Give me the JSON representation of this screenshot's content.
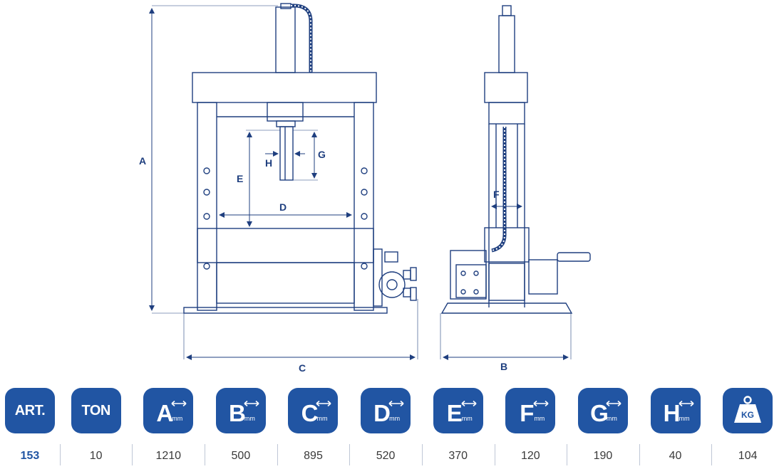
{
  "diagram": {
    "labels": {
      "A": "A",
      "B": "B",
      "C": "C",
      "D": "D",
      "E": "E",
      "F": "F",
      "G": "G",
      "H": "H"
    },
    "line_color": "#1f3f7f"
  },
  "specs": {
    "accent": "#2155a3",
    "columns": [
      {
        "key": "art",
        "header": "ART.",
        "value": "153",
        "icon": "label-tile"
      },
      {
        "key": "ton",
        "header": "TON",
        "value": "10",
        "icon": "label-tile"
      },
      {
        "key": "a",
        "header": "A",
        "unit": "mm",
        "value": "1210",
        "icon": "double-arrow-icon"
      },
      {
        "key": "b",
        "header": "B",
        "unit": "mm",
        "value": "500",
        "icon": "double-arrow-icon"
      },
      {
        "key": "c",
        "header": "C",
        "unit": "mm",
        "value": "895",
        "icon": "double-arrow-icon"
      },
      {
        "key": "d",
        "header": "D",
        "unit": "mm",
        "value": "520",
        "icon": "double-arrow-icon"
      },
      {
        "key": "e",
        "header": "E",
        "unit": "mm",
        "value": "370",
        "icon": "double-arrow-icon"
      },
      {
        "key": "f",
        "header": "F",
        "unit": "mm",
        "value": "120",
        "icon": "double-arrow-icon"
      },
      {
        "key": "g",
        "header": "G",
        "unit": "mm",
        "value": "190",
        "icon": "double-arrow-icon"
      },
      {
        "key": "h",
        "header": "H",
        "unit": "mm",
        "value": "40",
        "icon": "double-arrow-icon"
      },
      {
        "key": "kg",
        "header": "KG",
        "value": "104",
        "icon": "weight-icon"
      }
    ]
  }
}
